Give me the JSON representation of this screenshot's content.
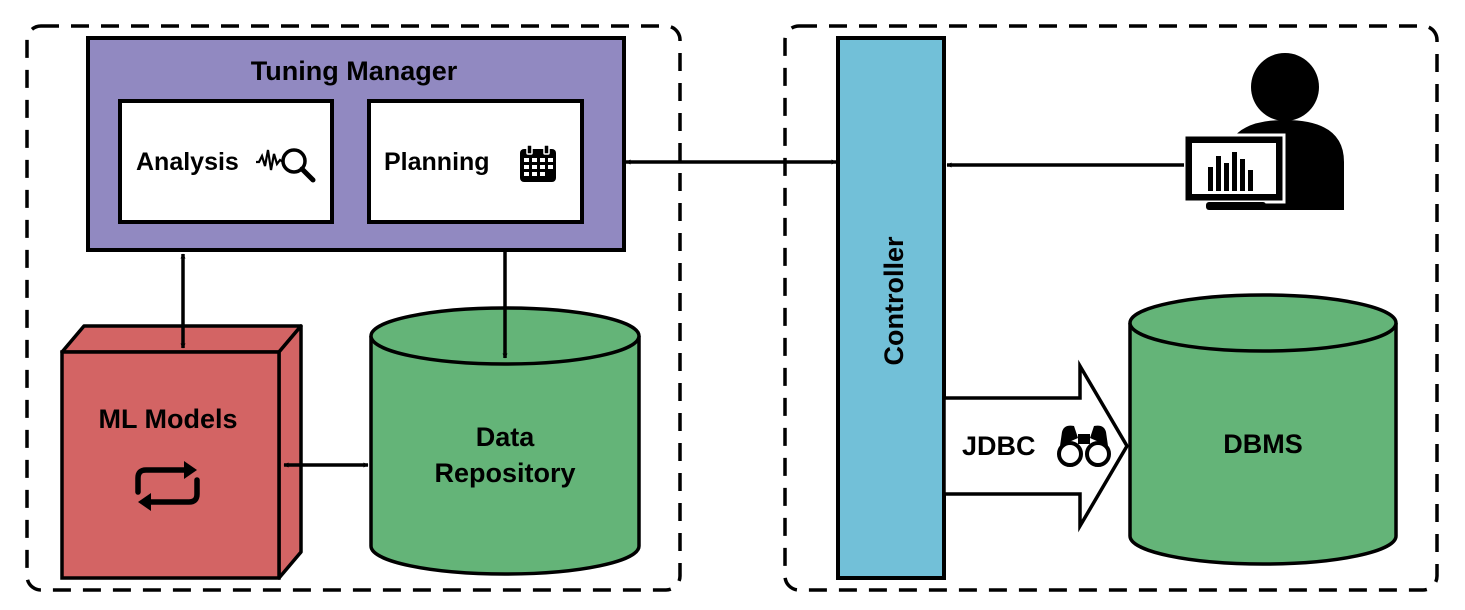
{
  "tuning_manager": {
    "title": "Tuning Manager",
    "analysis_label": "Analysis",
    "planning_label": "Planning"
  },
  "ml_models": {
    "label": "ML Models"
  },
  "data_repository": {
    "line1": "Data",
    "line2": "Repository"
  },
  "controller": {
    "label": "Controller"
  },
  "jdbc": {
    "label": "JDBC"
  },
  "dbms": {
    "label": "DBMS"
  },
  "colors": {
    "tuning_manager_fill": "#9189c1",
    "ml_models_fill": "#d36464",
    "cylinder_fill": "#64b478",
    "controller_fill": "#72c0d8"
  }
}
